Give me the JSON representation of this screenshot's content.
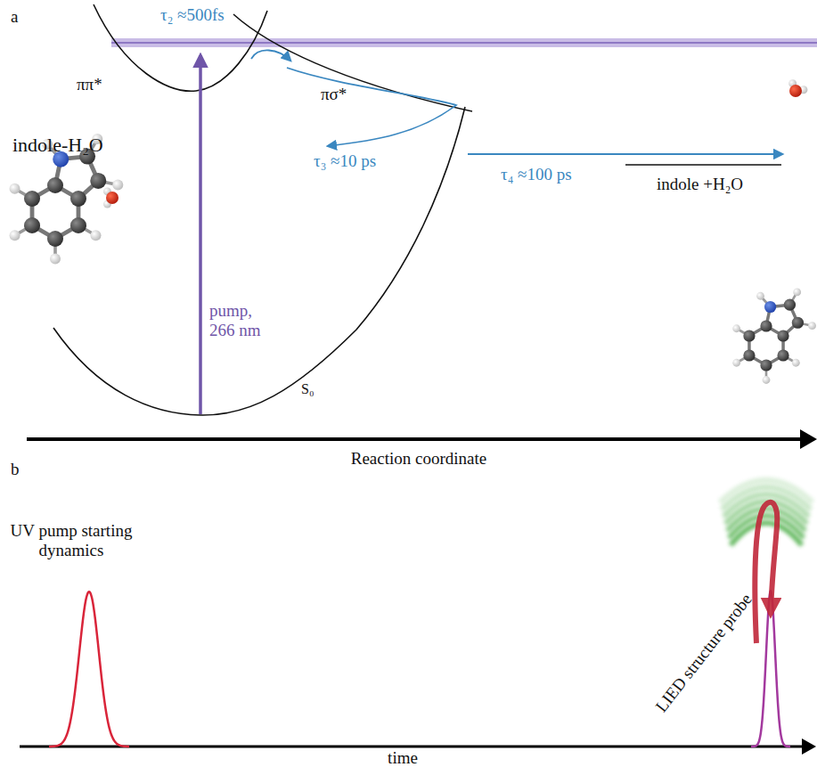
{
  "diagram": {
    "labels": [
      "a",
      "τ₂ ≈500fs",
      "ππ*",
      "indole-H₂O",
      "πσ*",
      "τ₃ ≈10 ps",
      "τ₄ ≈100 ps",
      "indole +H₂O",
      "pump, 266 nm",
      "S₀",
      "Reaction coordinate",
      "b",
      "UV pump starting dynamics",
      "LIED structure probe",
      "time"
    ]
  }
}
